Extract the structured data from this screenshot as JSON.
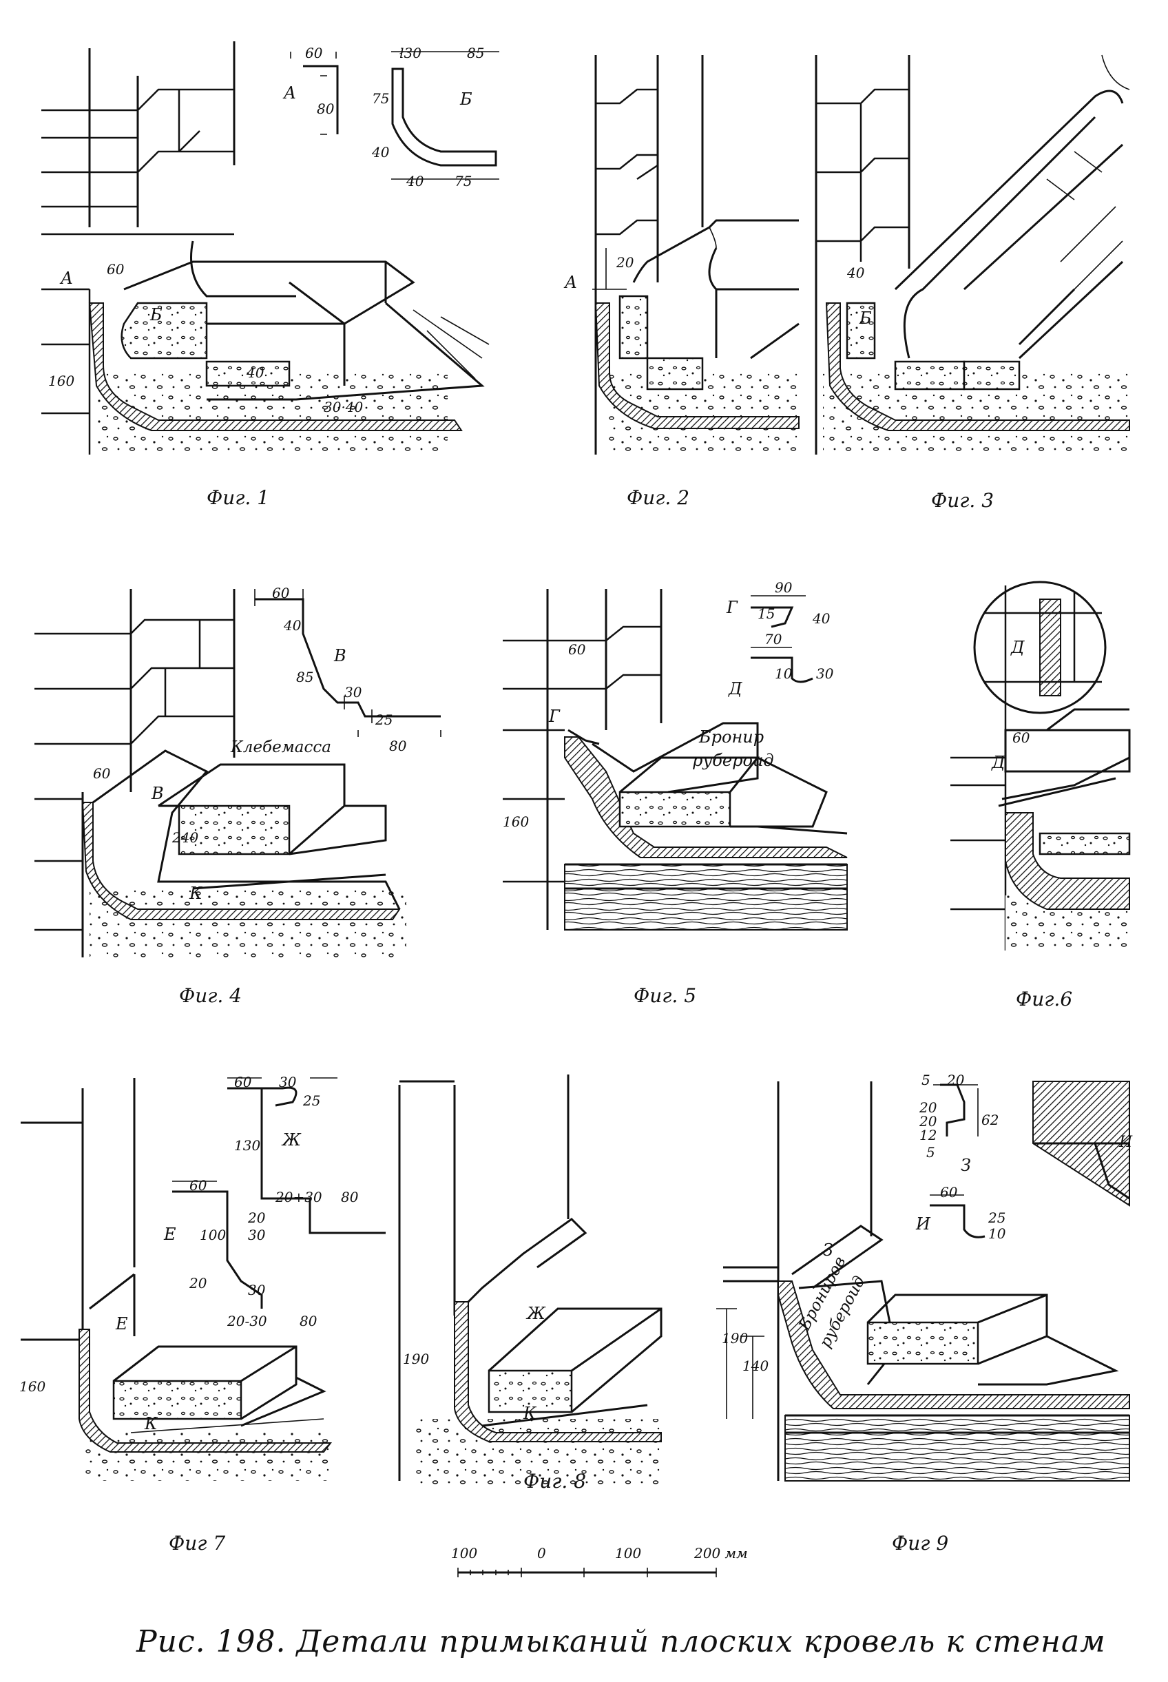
{
  "caption": "Рис. 198. Детали примыканий плоских кровель к стенам",
  "figures": [
    {
      "id": "fig1",
      "caption": "Фиг. 1",
      "labels": [
        "А",
        "Б",
        "А",
        "Б"
      ],
      "dims": [
        "60",
        "80",
        "ł30",
        "85",
        "75",
        "40",
        "40",
        "75",
        "60",
        "160",
        "40",
        "30·40"
      ]
    },
    {
      "id": "fig2",
      "caption": "Фиг. 2",
      "labels": [
        "А"
      ],
      "dims": [
        "20"
      ]
    },
    {
      "id": "fig3",
      "caption": "Фиг. 3",
      "labels": [
        "Б"
      ],
      "dims": [
        "40"
      ]
    },
    {
      "id": "fig4",
      "caption": "Фиг. 4",
      "labels": [
        "В",
        "Клебемасса",
        "В",
        "К"
      ],
      "dims": [
        "60",
        "40",
        "85",
        "30",
        "25",
        "80",
        "60",
        "240"
      ]
    },
    {
      "id": "fig5",
      "caption": "Фиг. 5",
      "labels": [
        "Г",
        "Д",
        "Г",
        "Бронир",
        "рубероид"
      ],
      "dims": [
        "90",
        "15",
        "40",
        "70",
        "10",
        "30",
        "60",
        "160"
      ]
    },
    {
      "id": "fig6",
      "caption": "Фиг.6",
      "labels": [
        "Д",
        "Д"
      ],
      "dims": [
        "60"
      ]
    },
    {
      "id": "fig7",
      "caption": "Фиг 7",
      "labels": [
        "Ж",
        "Е",
        "Е",
        "К"
      ],
      "dims": [
        "60",
        "30",
        "25",
        "130",
        "20+30",
        "80",
        "60",
        "100",
        "20",
        "30",
        "20",
        "30",
        "20-30",
        "80",
        "160"
      ]
    },
    {
      "id": "fig8",
      "caption": "Фиг. 8",
      "labels": [
        "Ж",
        "К"
      ],
      "dims": [
        "190"
      ]
    },
    {
      "id": "fig9",
      "caption": "Фиг 9",
      "labels": [
        "З",
        "И",
        "З",
        "Брониров",
        "рубероид",
        "И"
      ],
      "dims": [
        "5",
        "20",
        "20",
        "20",
        "62",
        "12",
        "5",
        "60",
        "25",
        "10",
        "190",
        "140"
      ]
    }
  ],
  "scale_bar": {
    "ticks": [
      "100",
      "0",
      "100",
      "200 мм"
    ]
  }
}
